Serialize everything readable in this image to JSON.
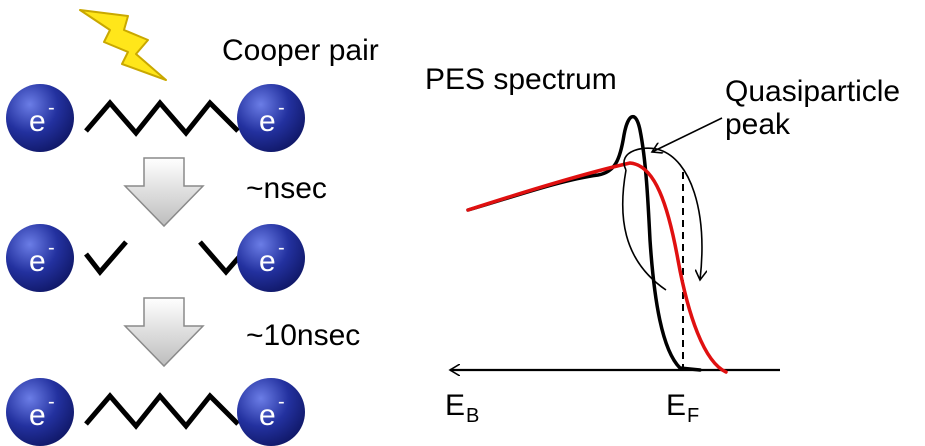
{
  "left_panel": {
    "cooper_pair_label": "Cooper pair",
    "time_step_1": "~nsec",
    "time_step_2": "~10nsec",
    "electron_symbol": "e",
    "electron_charge": "-"
  },
  "right_panel": {
    "title": "PES spectrum",
    "annotation_line1": "Quasiparticle",
    "annotation_line2": "peak",
    "axis_eb_main": "E",
    "axis_eb_sub": "B",
    "axis_ef_main": "E",
    "axis_ef_sub": "F"
  },
  "colors": {
    "electron_fill": "#1e2d9e",
    "spring": "#000000",
    "bolt": "#ffe61a",
    "arrow_fill": "#cccccc",
    "curve_black": "#000000",
    "curve_red": "#e01010"
  },
  "icons": {
    "bolt": "lightning-bolt-icon",
    "down_arrow": "down-arrow-icon"
  }
}
